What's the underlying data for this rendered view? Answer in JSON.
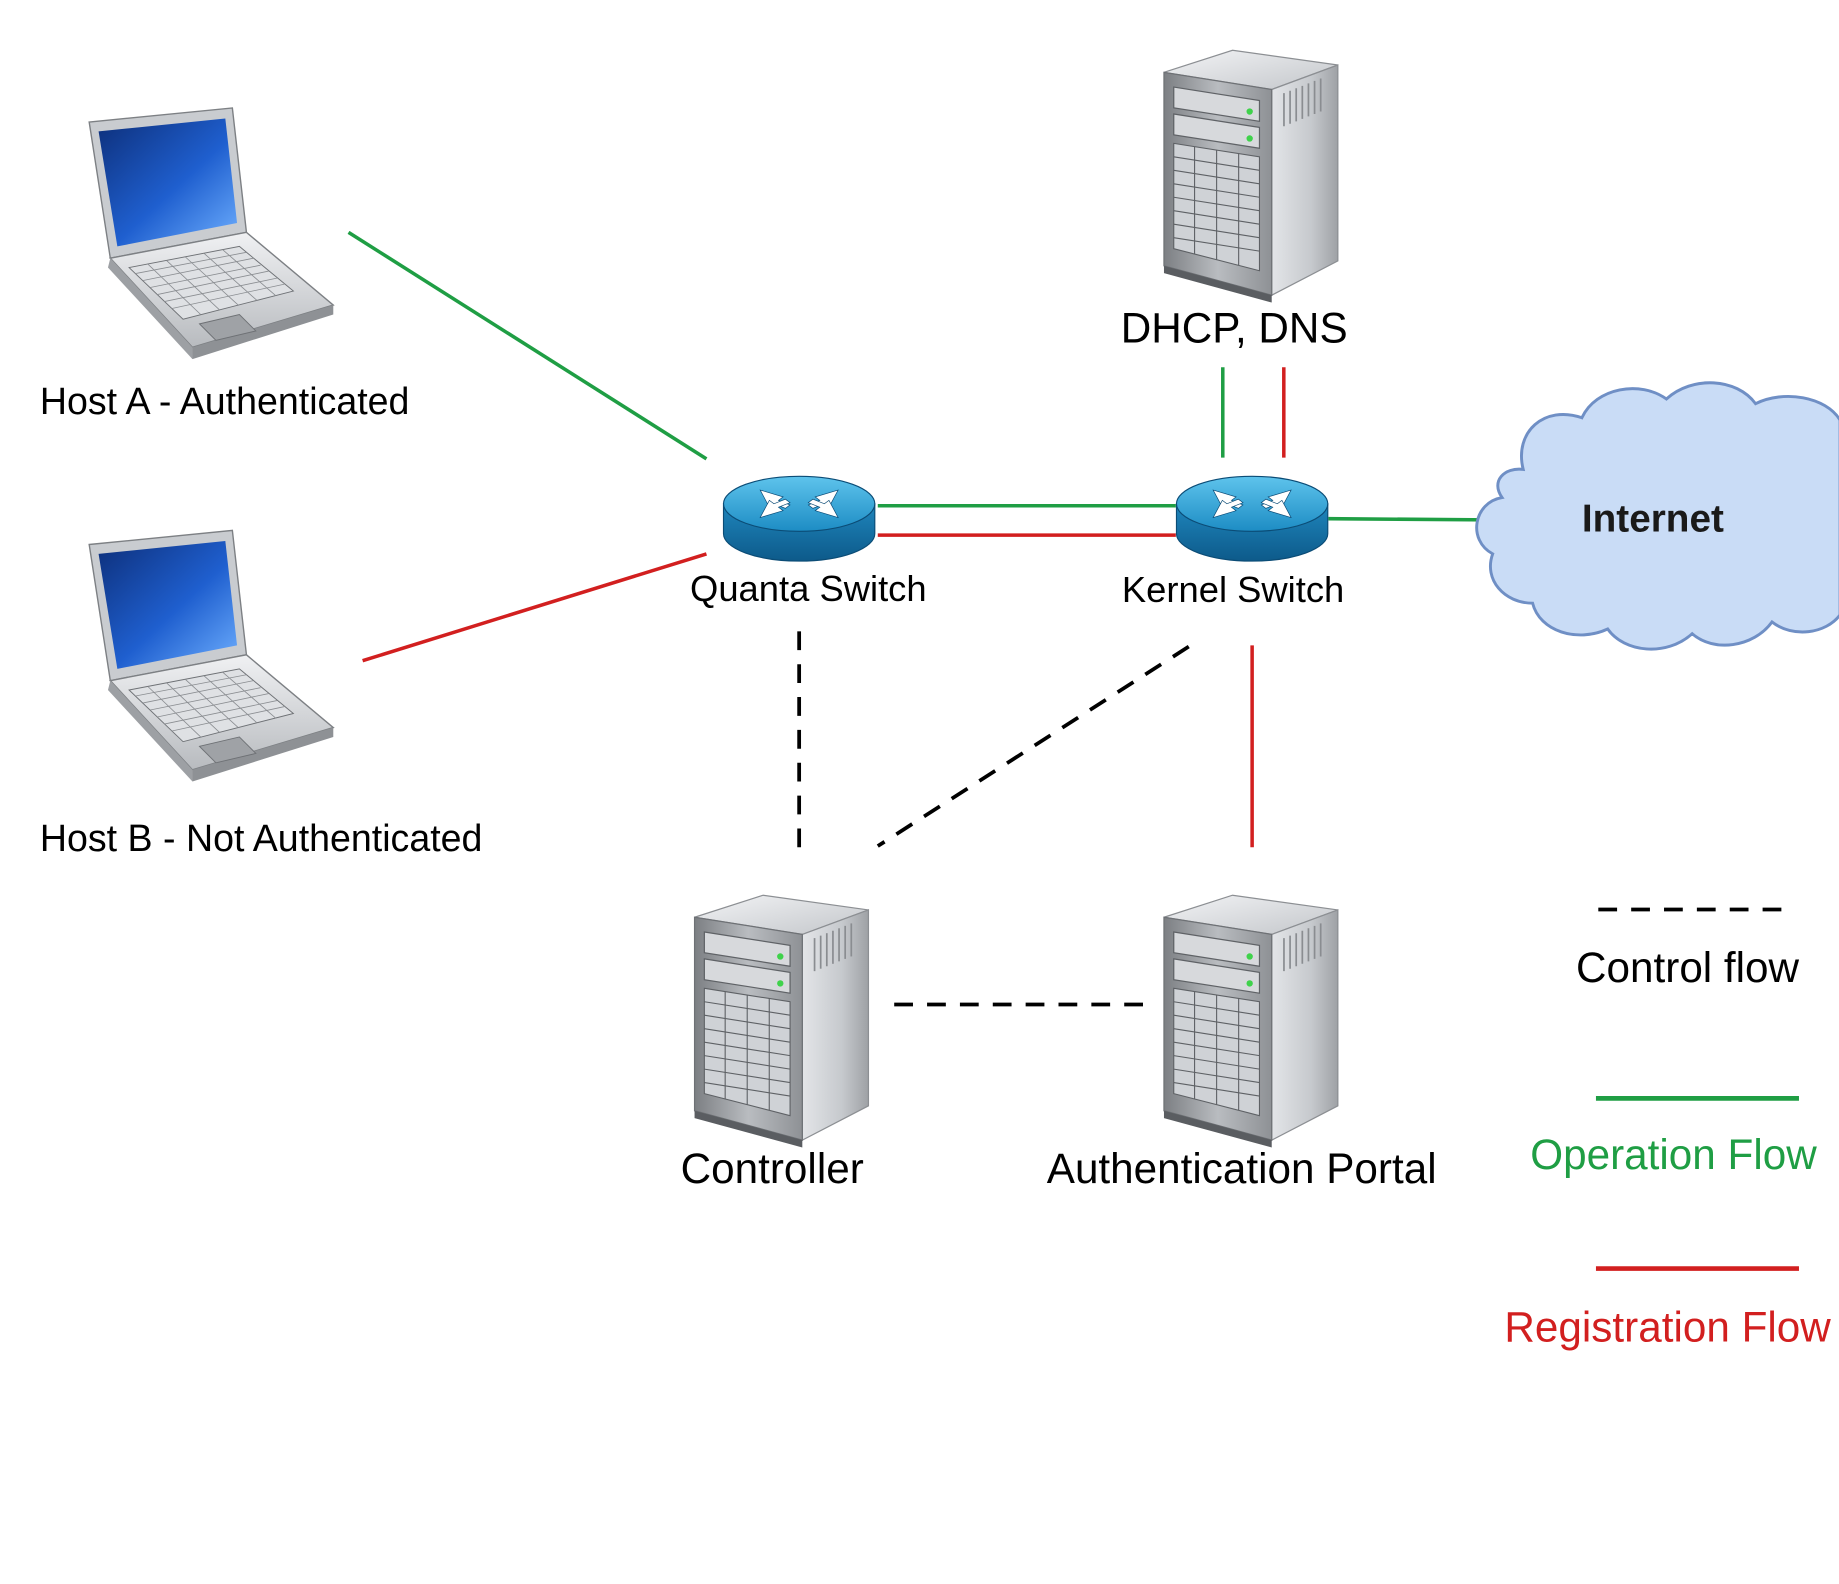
{
  "nodes": {
    "host_a": {
      "label": "Host A - Authenticated",
      "icon": "laptop-icon"
    },
    "host_b": {
      "label": "Host B - Not Authenticated",
      "icon": "laptop-icon"
    },
    "quanta_switch": {
      "label": "Quanta  Switch",
      "icon": "router-icon"
    },
    "kernel_switch": {
      "label": "Kernel  Switch",
      "icon": "router-icon"
    },
    "dhcp_dns": {
      "label": "DHCP, DNS",
      "icon": "server-icon"
    },
    "internet": {
      "label": "Internet",
      "icon": "cloud-icon"
    },
    "controller": {
      "label": "Controller",
      "icon": "server-icon"
    },
    "auth_portal": {
      "label": "Authentication Portal",
      "icon": "server-icon"
    }
  },
  "legend": {
    "control_flow": {
      "label": "Control flow",
      "style": "dashed",
      "color": "#000000"
    },
    "operation_flow": {
      "label": "Operation Flow",
      "style": "solid",
      "color": "#1f9e44"
    },
    "registration_flow": {
      "label": "Registration Flow",
      "style": "solid",
      "color": "#d21f1f"
    }
  },
  "edges": [
    {
      "from": "Host A - Authenticated",
      "to": "Quanta  Switch",
      "flow": "operation"
    },
    {
      "from": "Host B - Not Authenticated",
      "to": "Quanta  Switch",
      "flow": "registration"
    },
    {
      "from": "Quanta  Switch",
      "to": "Kernel  Switch",
      "flow": "operation"
    },
    {
      "from": "Quanta  Switch",
      "to": "Kernel  Switch",
      "flow": "registration"
    },
    {
      "from": "Kernel  Switch",
      "to": "DHCP, DNS",
      "flow": "operation"
    },
    {
      "from": "Kernel  Switch",
      "to": "DHCP, DNS",
      "flow": "registration"
    },
    {
      "from": "Kernel  Switch",
      "to": "Internet",
      "flow": "operation"
    },
    {
      "from": "Kernel  Switch",
      "to": "Authentication Portal",
      "flow": "registration"
    },
    {
      "from": "Quanta  Switch",
      "to": "Controller",
      "flow": "control"
    },
    {
      "from": "Kernel  Switch",
      "to": "Controller",
      "flow": "control"
    },
    {
      "from": "Controller",
      "to": "Authentication Portal",
      "flow": "control"
    }
  ],
  "colors": {
    "operation": "#1f9e44",
    "registration": "#d21f1f",
    "control": "#000000",
    "router_body": "#1f8fc3",
    "cloud_fill": "#c9dcf6",
    "cloud_stroke": "#6f8fc5"
  }
}
